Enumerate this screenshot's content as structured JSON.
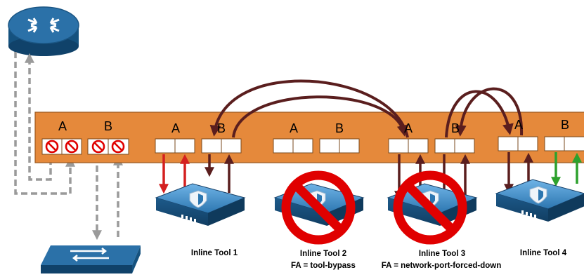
{
  "colors": {
    "band": "#E5893B",
    "band_stroke": "#9A5A22",
    "arrow_dark": "#5A1E1E",
    "arrow_red": "#D42020",
    "arrow_green": "#2DA12D",
    "dashed": "#9A9A9A",
    "prohibit_red": "#E00000",
    "device_blue": "#1F5F8E"
  },
  "icons": {
    "router": "router-icon",
    "switch": "switch-icon",
    "tool": "security-appliance-icon",
    "prohibit": "prohibited-icon"
  },
  "ports": [
    {
      "id": "g1",
      "a_label": "A",
      "b_label": "B"
    },
    {
      "id": "g2",
      "a_label": "A",
      "b_label": "B"
    },
    {
      "id": "g3",
      "a_label": "A",
      "b_label": "B"
    },
    {
      "id": "g4",
      "a_label": "A",
      "b_label": "B"
    },
    {
      "id": "g5",
      "a_label": "A",
      "b_label": "B"
    }
  ],
  "tools": [
    {
      "name": "Inline Tool 1",
      "fa": ""
    },
    {
      "name": "Inline Tool 2",
      "fa": "FA = tool-bypass"
    },
    {
      "name": "Inline Tool 3",
      "fa": "FA = network-port-forced-down"
    },
    {
      "name": "Inline Tool 4",
      "fa": ""
    }
  ]
}
